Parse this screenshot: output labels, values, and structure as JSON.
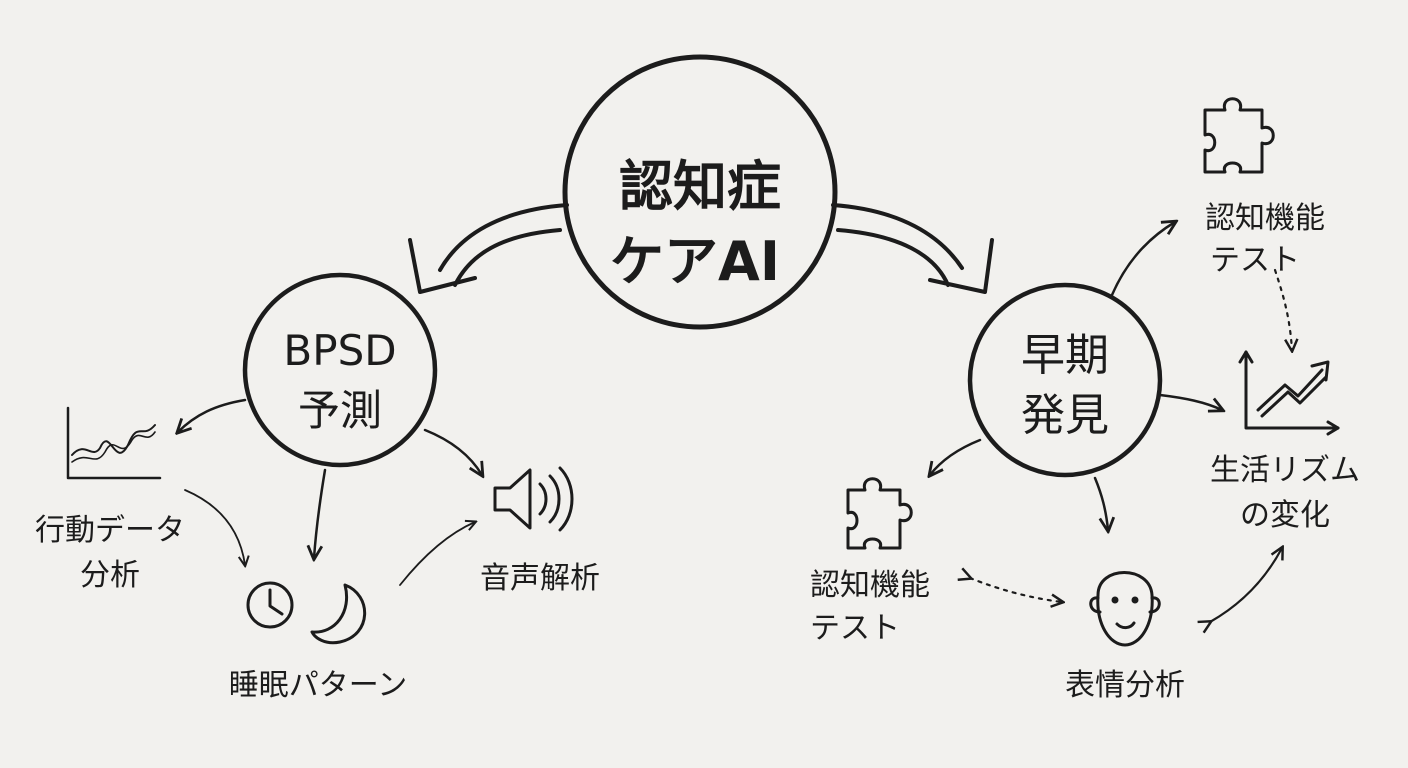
{
  "center": {
    "line1": "認知症",
    "line2": "ケアAI"
  },
  "left_hub": {
    "line1": "BPSD",
    "line2": "予測"
  },
  "right_hub": {
    "line1": "早期",
    "line2": "発見"
  },
  "left_nodes": {
    "behavior": {
      "line1": "行動データ",
      "line2": "分析",
      "icon": "line-chart-icon"
    },
    "sleep": {
      "label": "睡眠パターン",
      "icons": [
        "clock-icon",
        "moon-icon"
      ]
    },
    "voice": {
      "label": "音声解析",
      "icon": "speaker-icon"
    }
  },
  "right_nodes": {
    "cog_test_top": {
      "line1": "認知機能",
      "line2": "テスト",
      "icon": "puzzle-icon"
    },
    "rhythm": {
      "line1": "生活リズム",
      "line2": "の変化",
      "icon": "trend-up-chart-icon"
    },
    "cog_test_bottom": {
      "line1": "認知機能",
      "line2": "テスト",
      "icon": "puzzle-icon"
    },
    "face": {
      "label": "表情分析",
      "icon": "face-icon"
    }
  },
  "colors": {
    "ink": "#1c1c1c",
    "paper": "#f2f1ee"
  }
}
